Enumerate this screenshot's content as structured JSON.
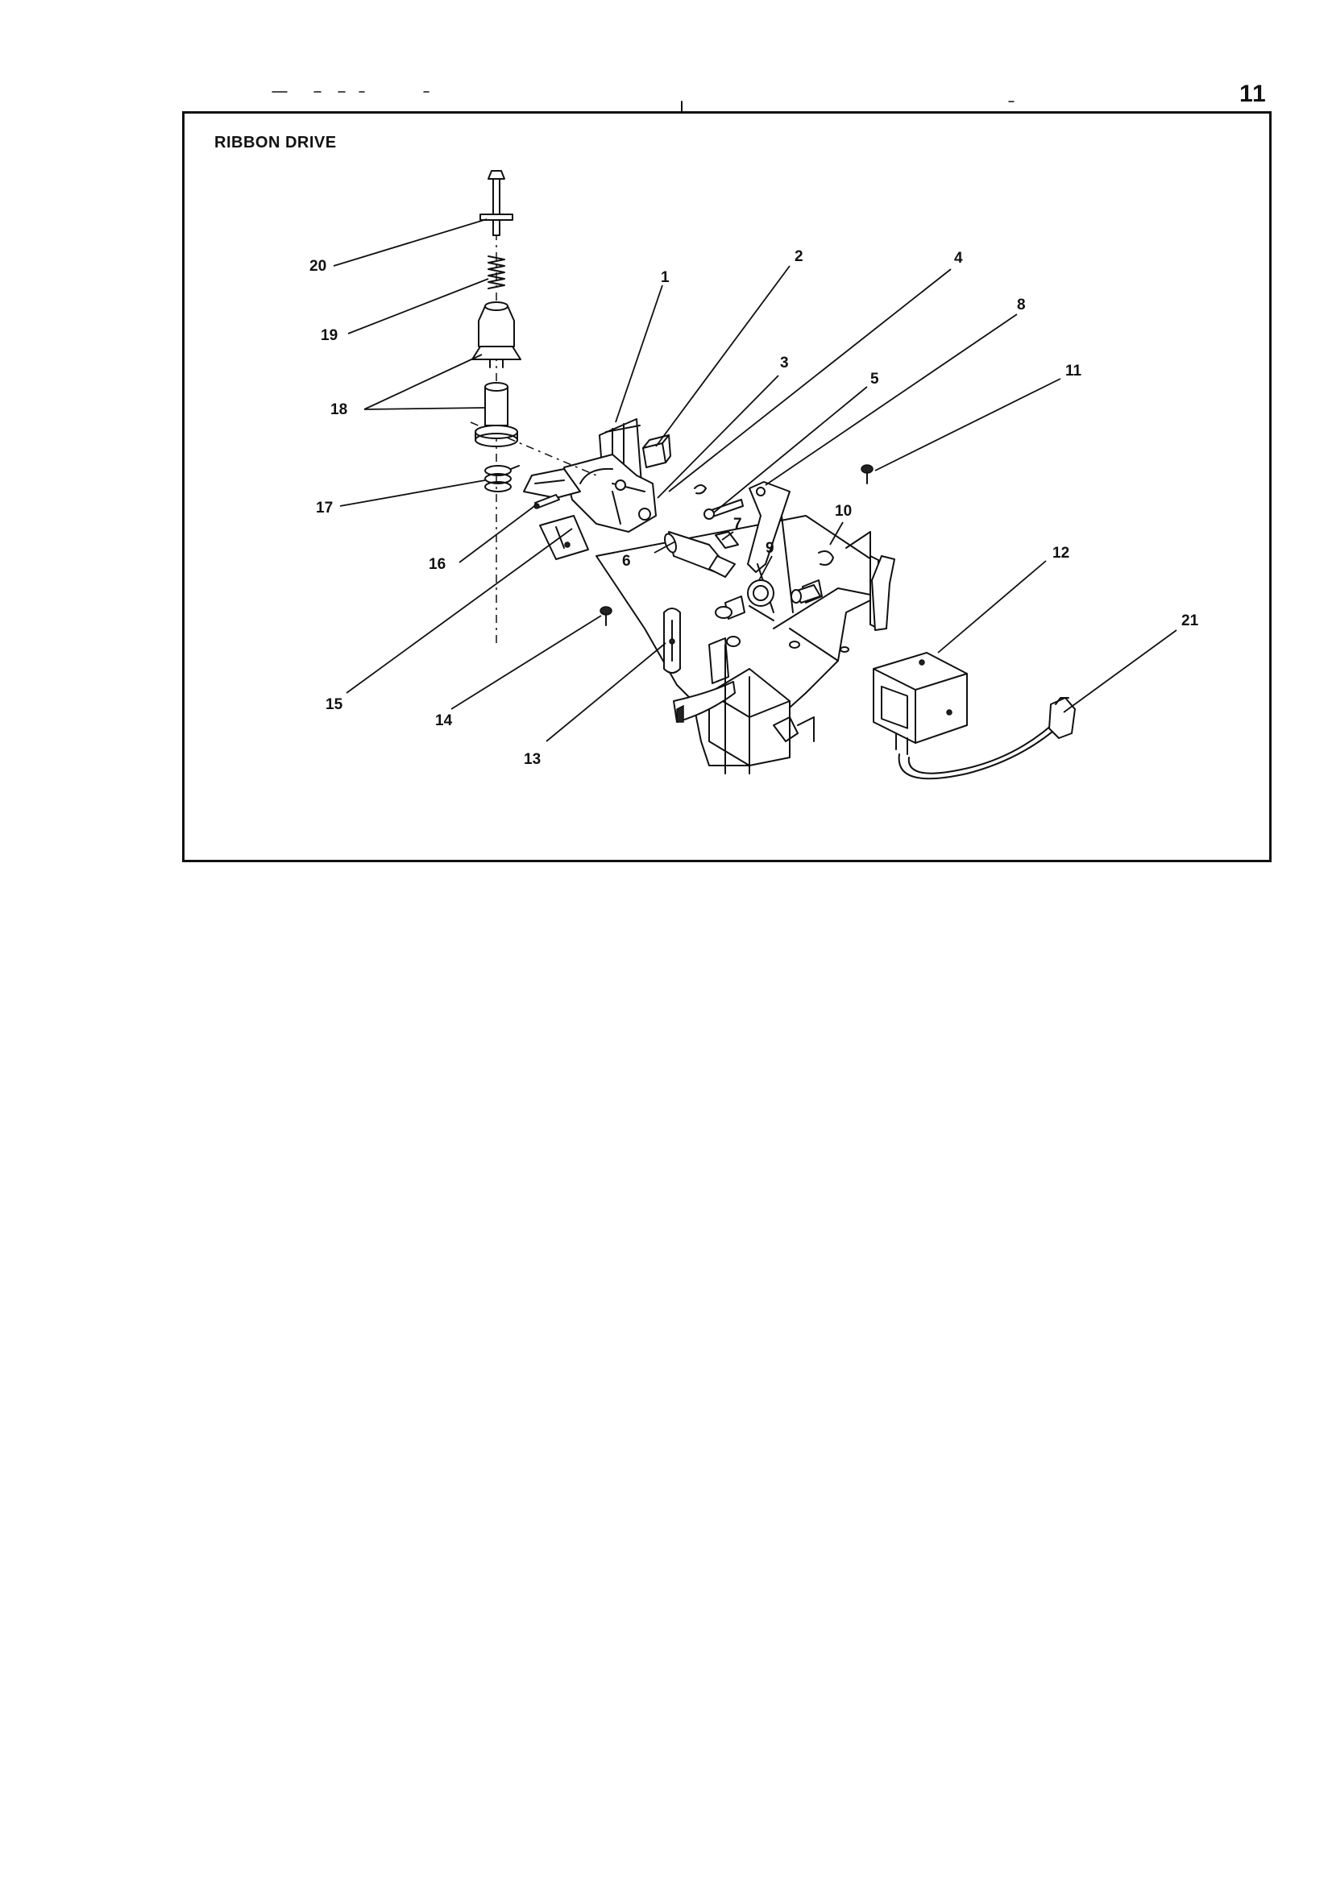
{
  "page": {
    "number": "11"
  },
  "figure": {
    "title": "RIBBON DRIVE"
  },
  "callouts": [
    "1",
    "2",
    "3",
    "4",
    "5",
    "6",
    "7",
    "8",
    "9",
    "10",
    "11",
    "12",
    "13",
    "14",
    "15",
    "16",
    "17",
    "18",
    "19",
    "20",
    "21"
  ]
}
